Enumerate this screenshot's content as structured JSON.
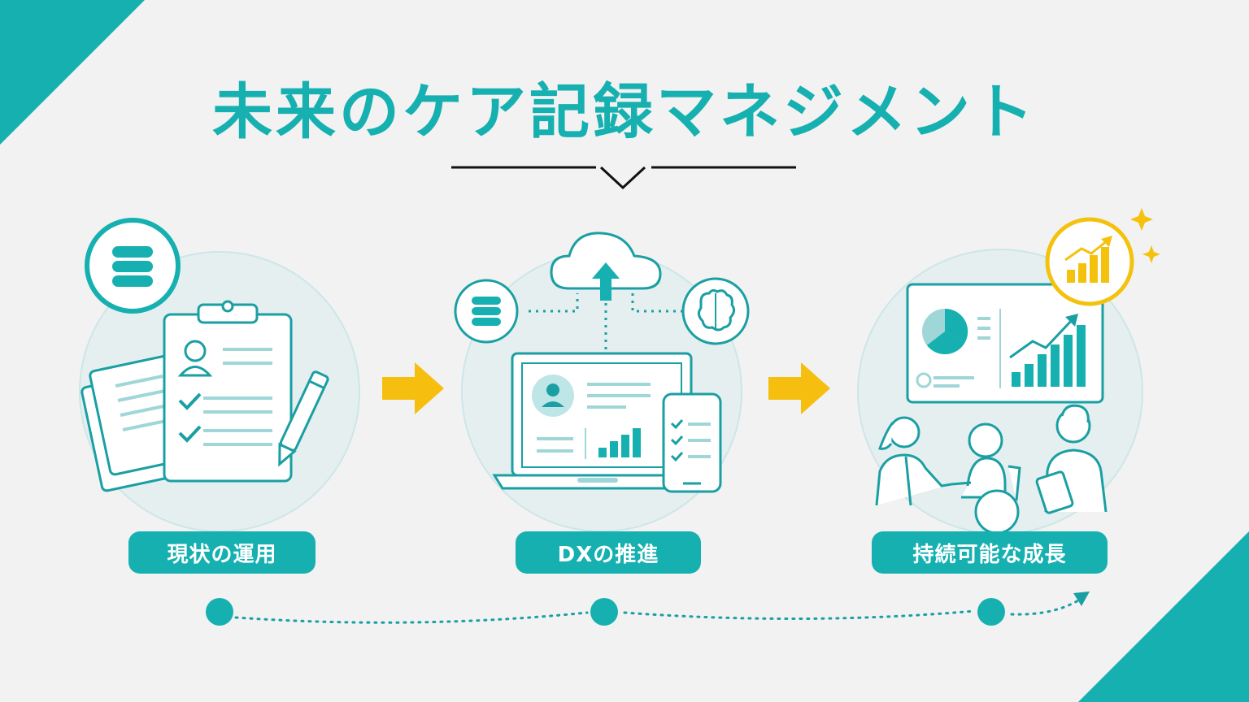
{
  "title": "未来のケア記録マネジメント",
  "colors": {
    "accent": "#16b0b0",
    "line": "#1a9fa3",
    "soft": "#cfecec",
    "arrow": "#f6be0f",
    "gold": "#f4c20d",
    "background": "#f2f2f2"
  },
  "stages": [
    {
      "label": "現状の運用"
    },
    {
      "label": "DXの推進"
    },
    {
      "label": "持続可能な成長"
    }
  ],
  "icons": {
    "stage1": [
      "database-icon",
      "clipboard-icon",
      "paper-stack-icon",
      "pencil-icon",
      "user-icon",
      "checkmark-icon"
    ],
    "stage2": [
      "cloud-upload-icon",
      "database-icon",
      "brain-icon",
      "laptop-icon",
      "smartphone-icon",
      "bar-chart-icon"
    ],
    "stage3": [
      "dashboard-icon",
      "pie-chart-icon",
      "growth-chart-icon",
      "caregiver-icon",
      "wheelchair-icon",
      "staff-tablet-icon",
      "sparkle-icon"
    ]
  }
}
